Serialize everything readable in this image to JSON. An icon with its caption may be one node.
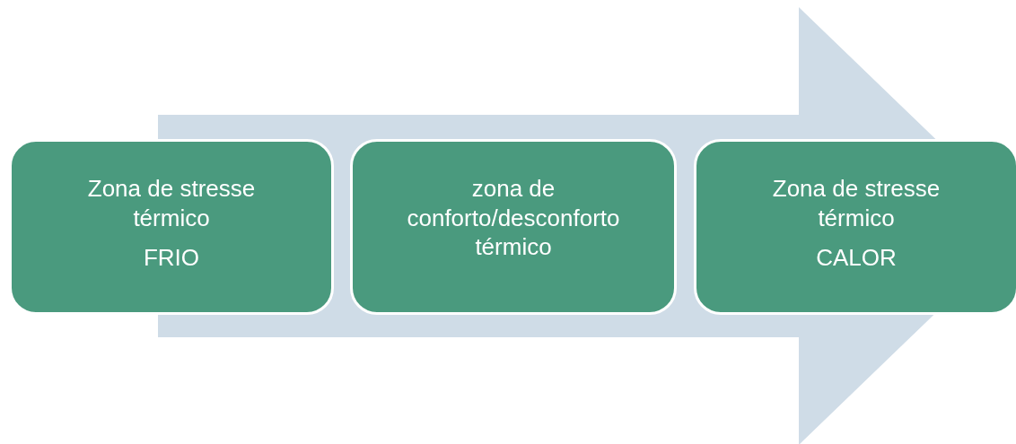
{
  "diagram": {
    "nodes": [
      {
        "text": [
          "Zona de stresse térmico",
          "FRIO"
        ]
      },
      {
        "text": [
          "zona de conforto/desconforto térmico"
        ]
      },
      {
        "text": [
          "Zona de stresse térmico",
          "CALOR"
        ]
      }
    ],
    "edges": [
      {
        "from": 0,
        "to": 2,
        "arrow": "to"
      }
    ]
  }
}
